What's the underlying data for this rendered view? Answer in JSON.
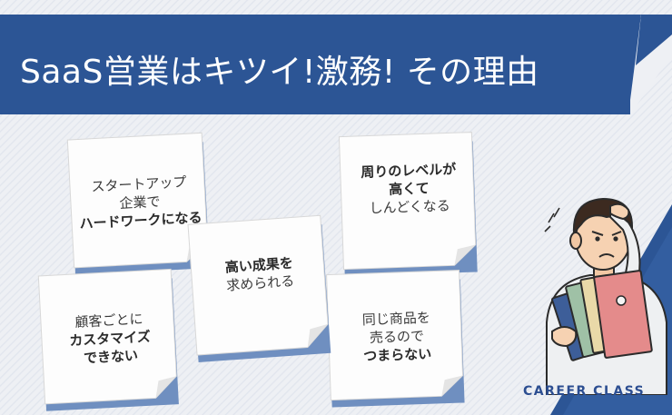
{
  "title": "SaaS営業はキツイ!激務! その理由",
  "colors": {
    "brand_blue": "#2c5595",
    "dark_corner": "#2b3340",
    "background": "#eef0f4",
    "note_shadow": "#6f8fc0"
  },
  "notes": [
    {
      "lines": [
        "スタートアップ",
        "企業で",
        "ハードワークになる"
      ],
      "bold_lines": [
        2
      ]
    },
    {
      "lines": [
        "周りのレベルが",
        "高くて",
        "しんどくなる"
      ],
      "bold_lines": [
        0,
        1
      ]
    },
    {
      "lines": [
        "高い成果を",
        "求められる"
      ],
      "bold_lines": [
        0
      ]
    },
    {
      "lines": [
        "顧客ごとに",
        "カスタマイズ",
        "できない"
      ],
      "bold_lines": [
        1,
        2
      ]
    },
    {
      "lines": [
        "同じ商品を",
        "売るので",
        "つまらない"
      ],
      "bold_lines": [
        2
      ]
    }
  ],
  "illustration": {
    "icon": "stressed-man-holding-binders"
  },
  "logo": "CAREER CLASS"
}
